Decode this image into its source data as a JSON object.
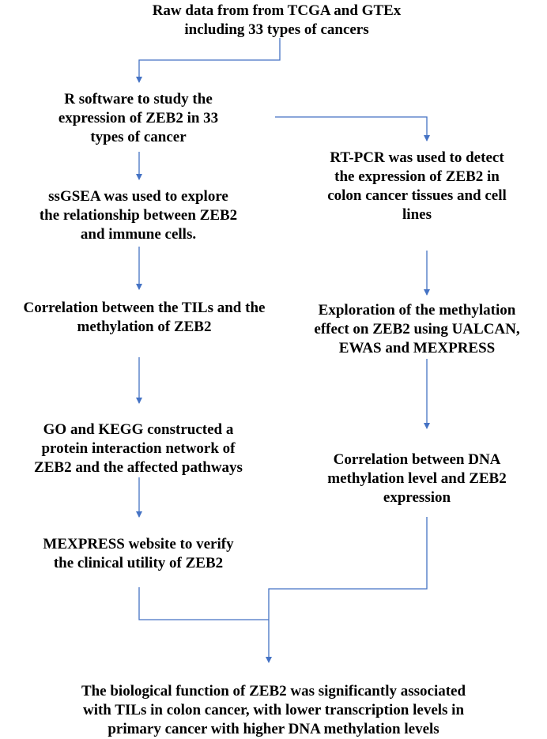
{
  "colors": {
    "arrow": "#4472c4",
    "text": "#000000",
    "background": "#ffffff"
  },
  "nodes": {
    "raw_data": "Raw data from from TCGA and GTEx\nincluding 33 types of cancers",
    "r_software": "R software to study the\nexpression of ZEB2 in 33\ntypes of cancer",
    "rt_pcr": "RT-PCR was used to detect\nthe expression of ZEB2 in\ncolon cancer tissues and cell\nlines",
    "ssgsea": "ssGSEA was used to explore\nthe relationship between ZEB2\nand immune cells.",
    "methylation_exploration": "Exploration of the methylation\neffect on ZEB2 using UALCAN,\nEWAS and MEXPRESS",
    "tils_correlation": "Correlation between the TILs and the\nmethylation of ZEB2",
    "go_kegg": "GO and KEGG constructed a\nprotein interaction network of\nZEB2 and the affected pathways",
    "dna_methylation": "Correlation between DNA\nmethylation level and ZEB2\nexpression",
    "mexpress": "MEXPRESS website to verify\nthe clinical utility of ZEB2",
    "conclusion": "The biological function of ZEB2 was significantly associated\nwith TILs in colon cancer, with lower transcription levels in\nprimary cancer with higher DNA methylation levels"
  }
}
